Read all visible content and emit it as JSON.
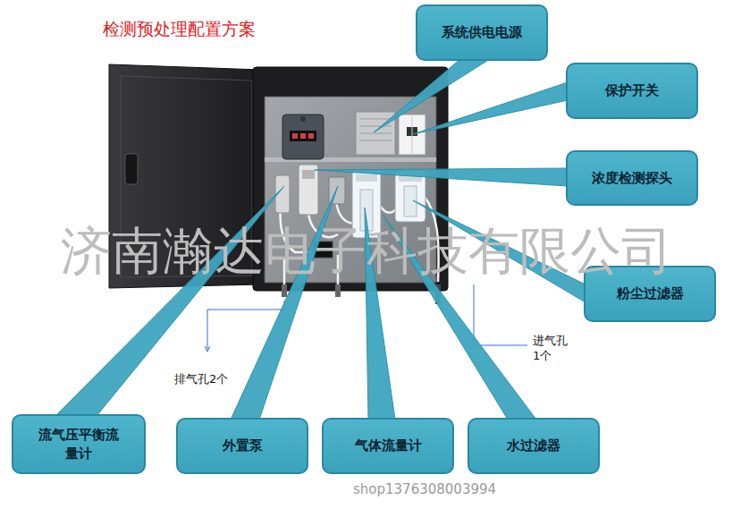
{
  "diagram": {
    "title": "检测预处理配置方案",
    "nodes": [
      {
        "text": [
          "系统供电电源"
        ]
      },
      {
        "text": [
          "保护开关"
        ]
      },
      {
        "text": [
          "浓度检测探头"
        ]
      },
      {
        "text": [
          "粉尘过滤器"
        ]
      },
      {
        "text": [
          "流气压平衡流量计"
        ]
      },
      {
        "text": [
          "外置泵"
        ]
      },
      {
        "text": [
          "气体流量计"
        ]
      },
      {
        "text": [
          "水过滤器"
        ]
      }
    ],
    "labels": [
      "济南瀚达电子科技有限公司",
      "进气孔 1个",
      "排气孔2个",
      "shop1376308003994"
    ]
  }
}
